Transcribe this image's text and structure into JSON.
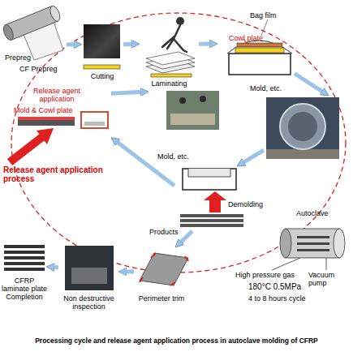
{
  "diagram": {
    "caption": "Processing cycle and release agent application process in autoclave molding of CFRP",
    "nodes": [
      {
        "text": [
          "Prepreg",
          "CF Prepreg"
        ]
      },
      {
        "text": [
          "Cutting"
        ]
      },
      {
        "text": [
          "Laminating"
        ]
      },
      {
        "text": [
          "Bag film",
          "Cowl plate",
          "Mold, etc."
        ]
      },
      {
        "text": [
          "Autoclave"
        ]
      },
      {
        "text": [
          "Demolding"
        ]
      },
      {
        "text": [
          "Perimeter trim"
        ]
      },
      {
        "text": [
          "Non destructive inspection"
        ]
      },
      {
        "text": [
          "CFRP laminate plate Completion"
        ]
      },
      {
        "text": [
          "Release agent application",
          "Mold & Cowl plate"
        ]
      }
    ],
    "edges": [
      {
        "from": 0,
        "to": 1,
        "arrow": "to"
      },
      {
        "from": 1,
        "to": 2,
        "arrow": "to"
      },
      {
        "from": 2,
        "to": 3,
        "arrow": "to"
      },
      {
        "from": 3,
        "to": 4,
        "arrow": "to"
      },
      {
        "from": 4,
        "to": 5,
        "arrow": "to"
      },
      {
        "from": 5,
        "to": 6,
        "label": "Products",
        "arrow": "to"
      },
      {
        "from": 6,
        "to": 7,
        "arrow": "to"
      },
      {
        "from": 7,
        "to": 8,
        "arrow": "to"
      },
      {
        "from": 5,
        "to": 9,
        "label": "Mold, etc.",
        "arrow": "to"
      },
      {
        "from": 9,
        "to": 2,
        "arrow": "to"
      }
    ],
    "labels": [
      "High pressure gas",
      "Vacuum pump",
      "180°C 0.5MPa",
      "4 to 8 hours cycle",
      "Release agent application process"
    ]
  }
}
